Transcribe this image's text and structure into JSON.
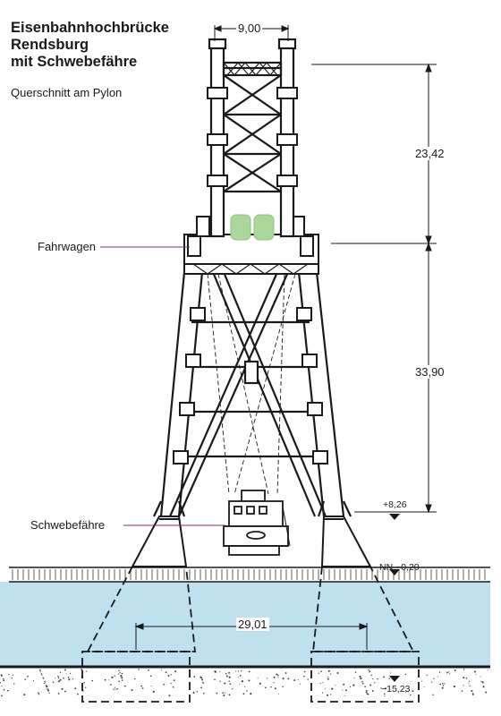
{
  "title": {
    "line1": "Eisenbahnhochbrücke",
    "line2": "Rendsburg",
    "line3": "mit Schwebefähre"
  },
  "subtitle": "Querschnitt am Pylon",
  "labels": {
    "carriage": "Fahrwagen",
    "ferry": "Schwebefähre"
  },
  "dimensions": {
    "top_width": "9,00",
    "upper_height": "23,42",
    "lower_height": "33,90",
    "foundation_span": "29,01",
    "ferry_level": "+8,26",
    "water_level": "NN −0,20",
    "foundation_depth": "−15,23"
  },
  "colors": {
    "structure": "#1a1a1a",
    "water": "#bfe0ef",
    "leader_line": "#7a2f6e",
    "train": "#a9d89a",
    "dimension_line": "#1a1a1a"
  }
}
